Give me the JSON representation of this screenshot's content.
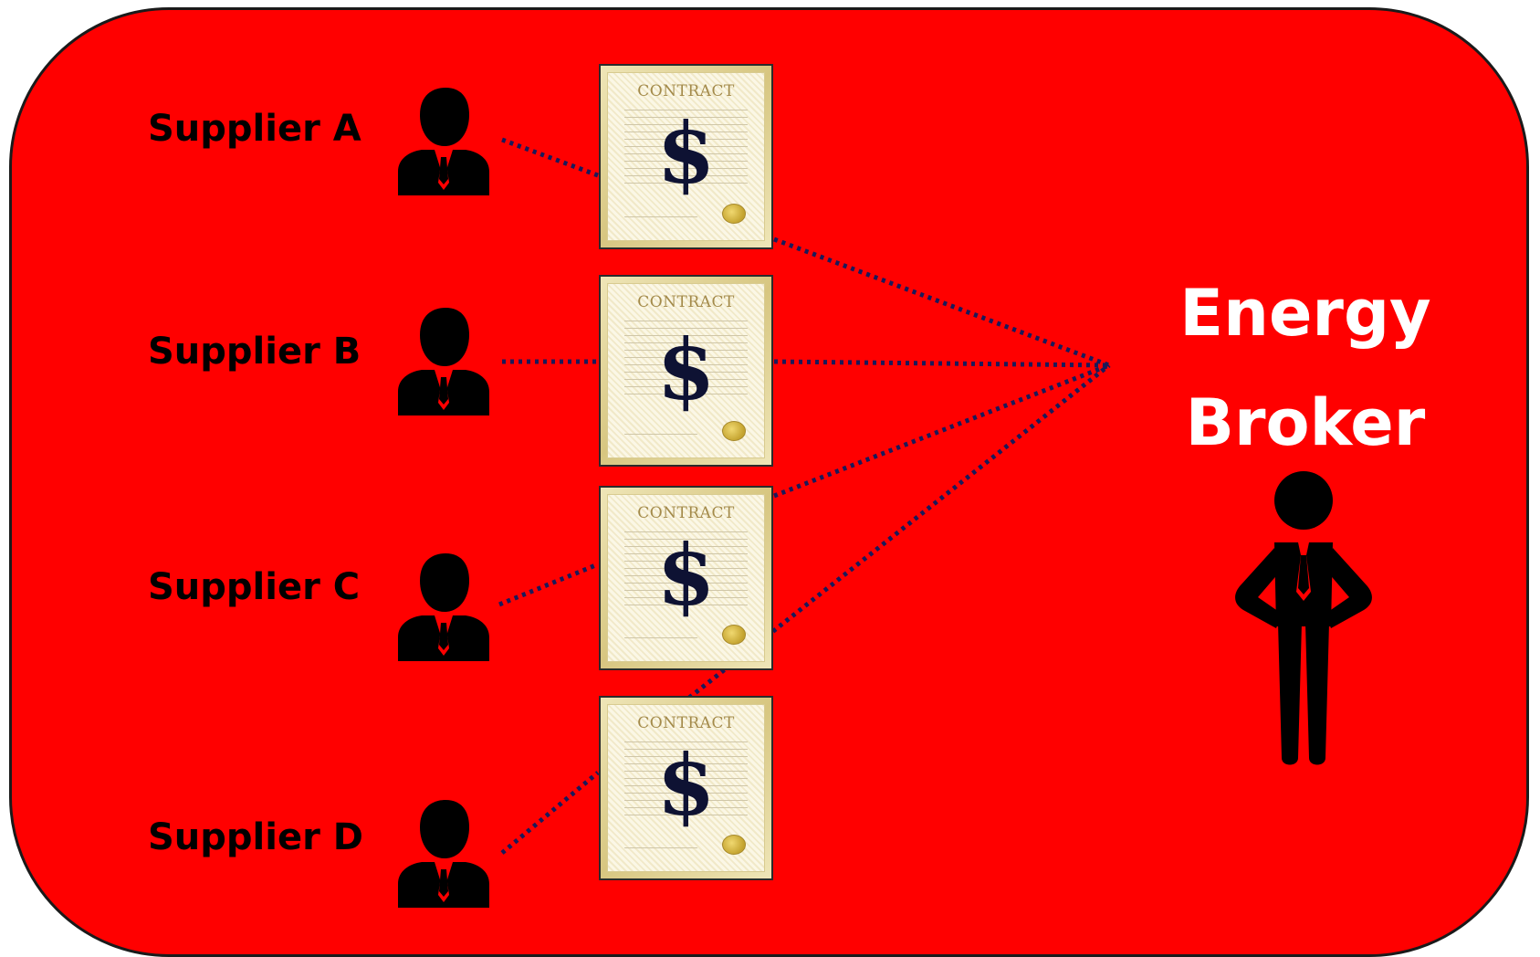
{
  "suppliers": [
    {
      "label": "Supplier A"
    },
    {
      "label": "Supplier B"
    },
    {
      "label": "Supplier C"
    },
    {
      "label": "Supplier D"
    }
  ],
  "contracts": [
    {
      "title": "CONTRACT",
      "symbol": "$"
    },
    {
      "title": "CONTRACT",
      "symbol": "$"
    },
    {
      "title": "CONTRACT",
      "symbol": "$"
    },
    {
      "title": "CONTRACT",
      "symbol": "$"
    }
  ],
  "broker": {
    "line1": "Energy",
    "line2": "Broker"
  },
  "colors": {
    "background": "#ff0000",
    "text": "#000000",
    "broker_text": "#ffffff",
    "connector": "#1a1a5a"
  },
  "icons": {
    "supplier": "businessman-icon",
    "broker": "standing-person-icon"
  }
}
